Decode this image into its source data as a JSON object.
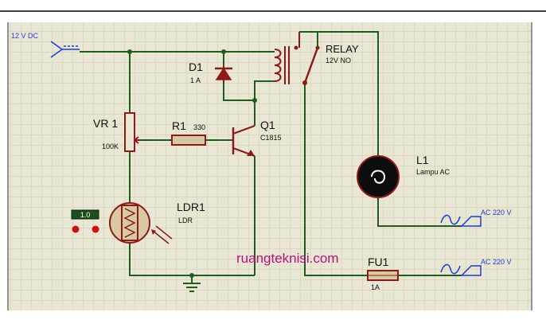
{
  "colors": {
    "grid_bg": "#e9e6d3",
    "grid_line": "#cfcbb5",
    "wire": "#1f5d1f",
    "component": "#8b1a1a",
    "label_blue": "#1a3fd0",
    "watermark": "#b0157a",
    "lamp_fill": "#0d0d0d",
    "ldr_fill": "#d8c9a3",
    "meter_bg": "#1d4d1d",
    "meter_text": "#ffffff",
    "probe": "#c81414"
  },
  "labels": {
    "supply": "12 V DC",
    "vr_name": "VR 1",
    "vr_value": "100K",
    "d_name": "D1",
    "d_value": "1 A",
    "r_name": "R1",
    "r_value": "330",
    "q_name": "Q1",
    "q_value": "C1815",
    "relay_name": "RELAY",
    "relay_value": "12V NO",
    "ldr_name": "LDR1",
    "ldr_value": "LDR",
    "meter_value": "1.0",
    "lamp_name": "L1",
    "lamp_value": "Lampu AC",
    "ac_top": "AC 220 V",
    "ac_bottom": "AC 220 V",
    "fuse_name": "FU1",
    "fuse_value": "1A",
    "watermark": "ruangteknisi.com"
  },
  "icons": {
    "ground": "ground-icon",
    "ac_source": "ac-sine-icon",
    "lamp": "lamp-icon",
    "light_rays": "light-rays-icon"
  }
}
